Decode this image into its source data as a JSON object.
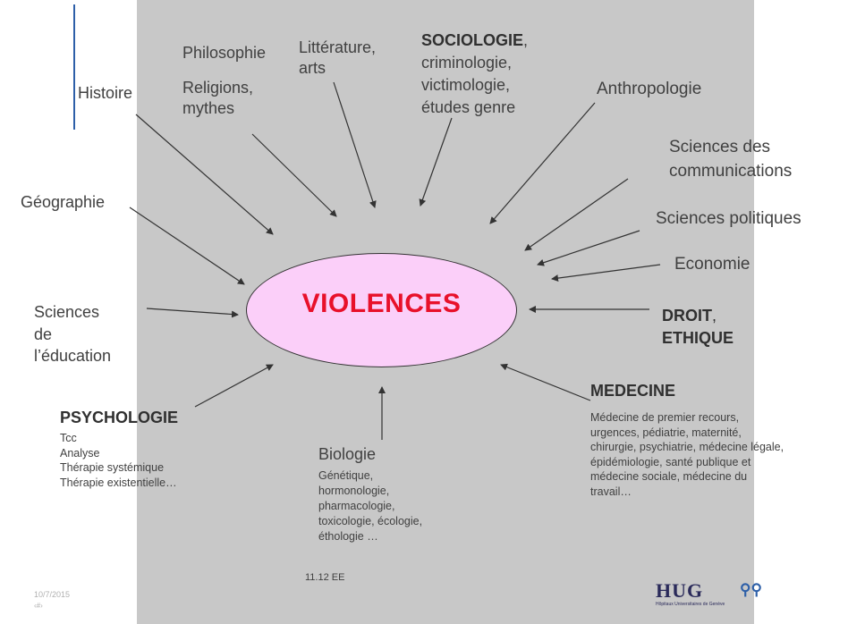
{
  "center": {
    "label": "VIOLENCES"
  },
  "disciplines": {
    "histoire": "Histoire",
    "philosophie": "Philosophie",
    "religions_1": "Religions,",
    "religions_2": "mythes",
    "litterature_1": "Littérature,",
    "litterature_2": "arts",
    "sociologie_title": "SOCIOLOGIE",
    "sociologie_comma": ",",
    "sociologie_1": "criminologie,",
    "sociologie_2": "victimologie,",
    "sociologie_3": "études genre",
    "anthropologie": "Anthropologie",
    "communications_1": "Sciences des",
    "communications_2": "communications",
    "politiques": "Sciences politiques",
    "economie": "Economie",
    "droit_1": "DROIT",
    "droit_comma": ",",
    "droit_2": "ETHIQUE",
    "geographie": "Géographie",
    "education_1": "Sciences",
    "education_2": "de",
    "education_3": "l’éducation",
    "psychologie_title": "PSYCHOLOGIE",
    "psychologie_items": [
      "Tcc",
      "Analyse",
      "Thérapie systémique",
      "Thérapie existentielle…"
    ],
    "biologie_title": "Biologie",
    "biologie_items": [
      "Génétique,",
      "hormonologie,",
      "pharmacologie,",
      "toxicologie, écologie,",
      "éthologie …"
    ],
    "medecine_title": "MEDECINE",
    "medecine_items": [
      "Médecine de premier recours,",
      "urgences, pédiatrie, maternité,",
      "chirurgie, psychiatrie, médecine légale,",
      "épidémiologie,  santé publique et",
      "médecine sociale, médecine du",
      "travail…"
    ]
  },
  "footer": {
    "date": "10/7/2015",
    "page": "‹#›",
    "code": "11.12 EE"
  },
  "logo": {
    "name": "HUG",
    "subtitle": "Hôpitaux Universitaires de Genève"
  },
  "colors": {
    "panel": "#c8c8c8",
    "ellipse": "#fbcff9",
    "center_text": "#e8102a",
    "accent_line": "#2d5fa8"
  }
}
